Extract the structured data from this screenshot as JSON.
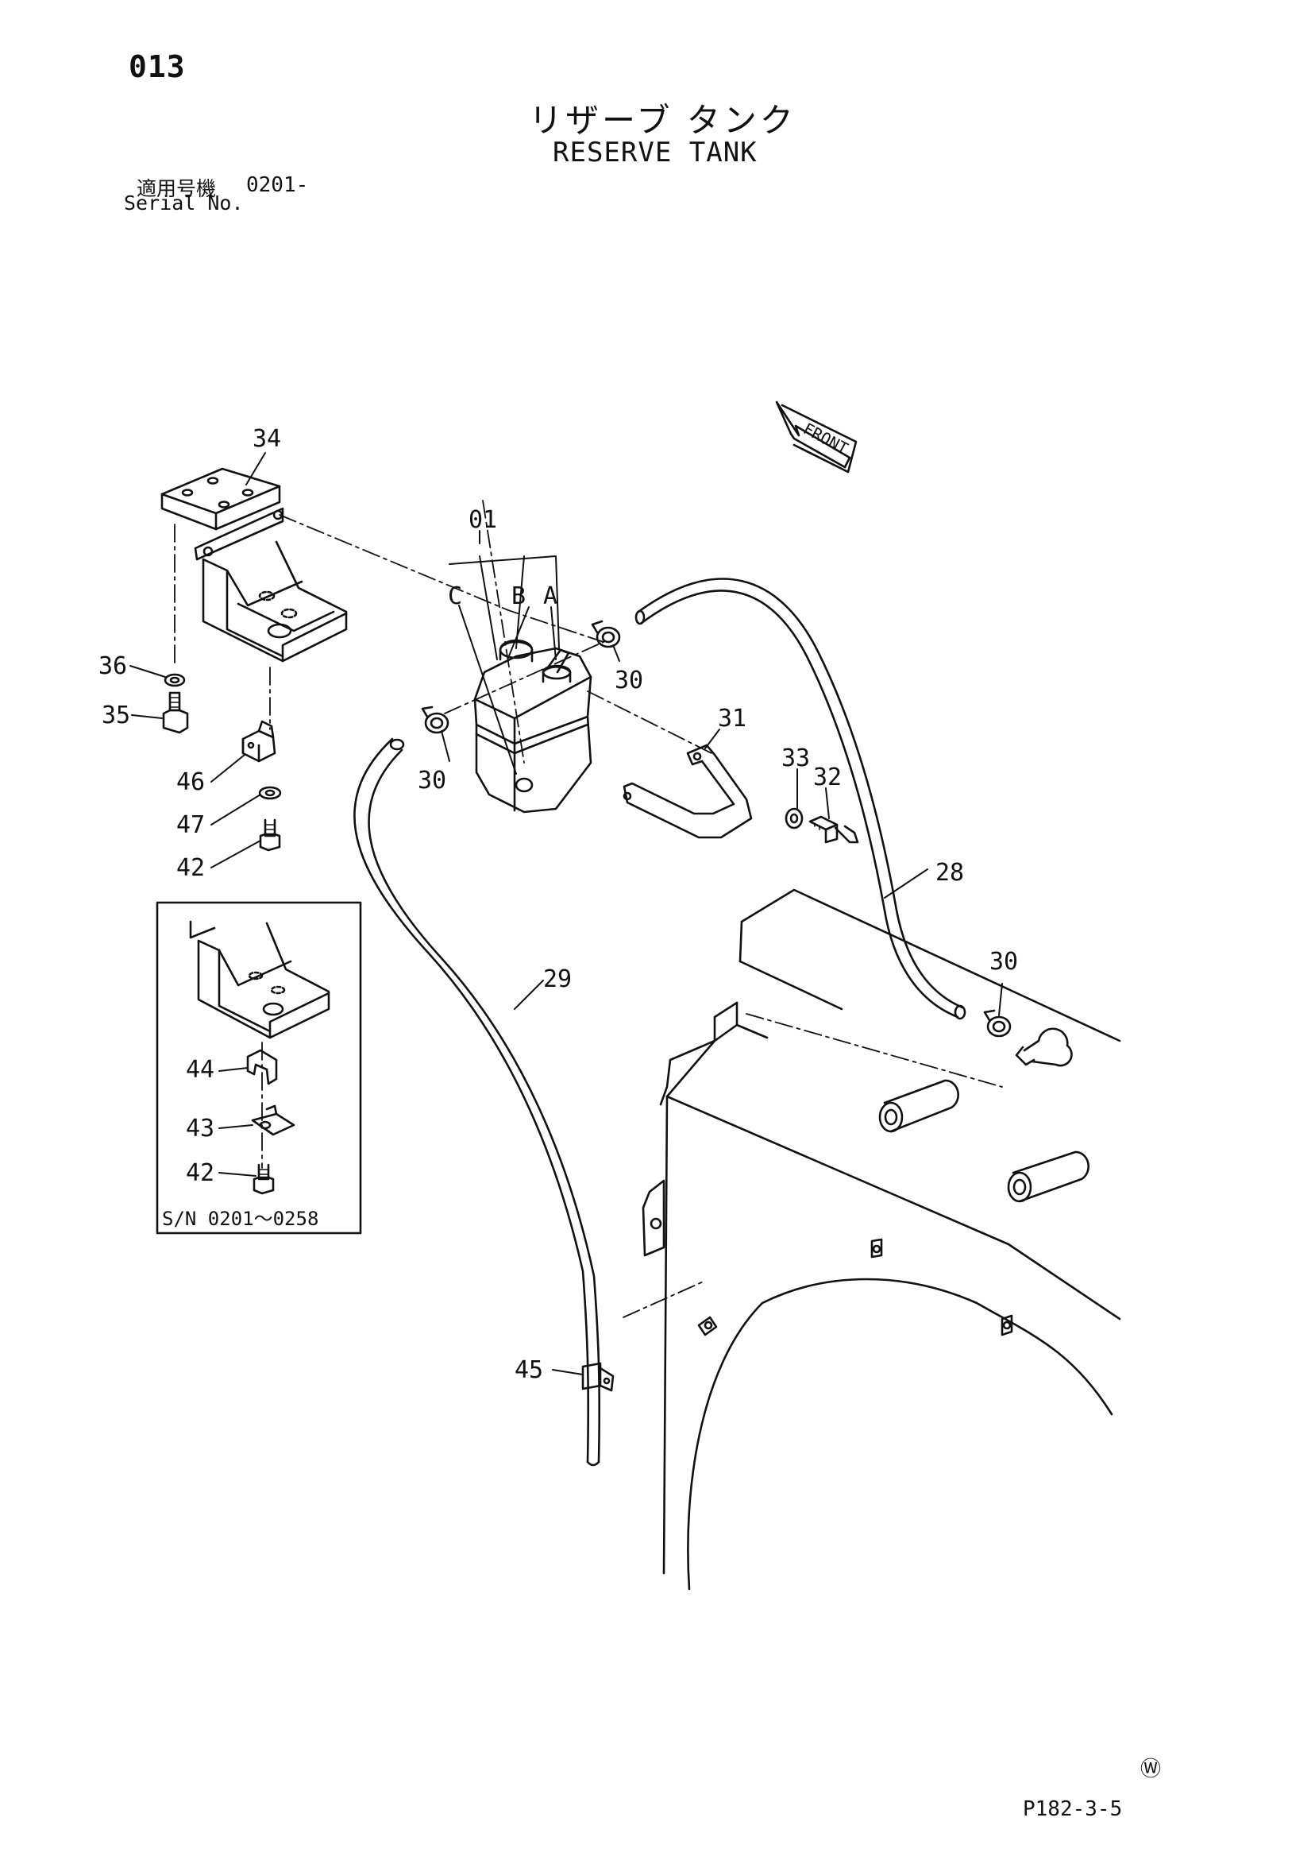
{
  "header": {
    "page_number": "013",
    "title_jp": "リザーブ タンク",
    "title_en": "RESERVE TANK",
    "serial_label_jp": "適用号機",
    "serial_value": "0201-",
    "serial_label_en": "Serial No."
  },
  "diagram": {
    "front_label": "FRONT",
    "inset_label": "S/N 0201～0258",
    "callouts": {
      "c34": "34",
      "c01": "01",
      "cC": "C",
      "cB": "B",
      "cA": "A",
      "c36": "36",
      "c35": "35",
      "c46": "46",
      "c47": "47",
      "c42a": "42",
      "c30a": "30",
      "c30b": "30",
      "c30c": "30",
      "c31": "31",
      "c33": "33",
      "c32": "32",
      "c28": "28",
      "c29": "29",
      "c44": "44",
      "c43": "43",
      "c42b": "42",
      "c45": "45"
    }
  },
  "footer": {
    "mark": "Ⓦ",
    "page_ref": "P182-3-5"
  }
}
